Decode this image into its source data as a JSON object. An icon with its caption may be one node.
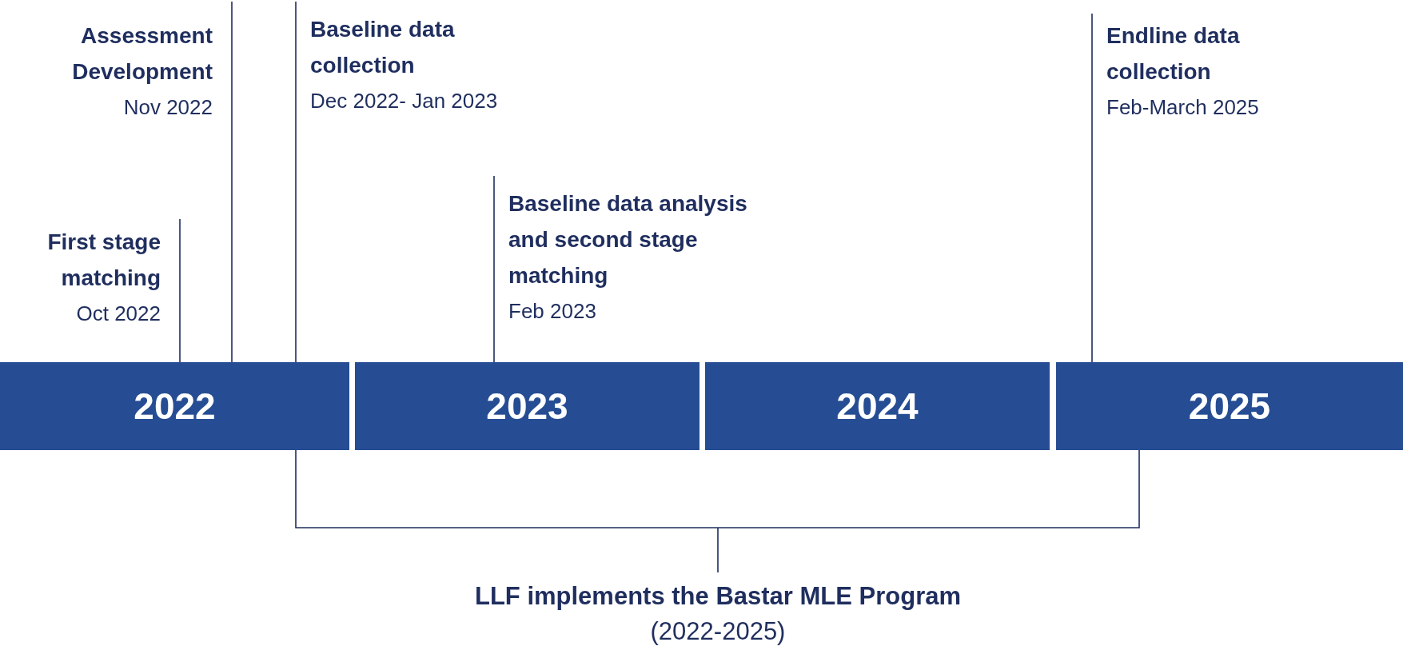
{
  "diagram": {
    "nodes": [
      {
        "text": [
          "2022"
        ]
      },
      {
        "text": [
          "2023"
        ]
      },
      {
        "text": [
          "2024"
        ]
      },
      {
        "text": [
          "2025"
        ]
      },
      {
        "text": [
          "First stage matching",
          "Oct 2022"
        ]
      },
      {
        "text": [
          "Assessment Development",
          "Nov 2022"
        ]
      },
      {
        "text": [
          "Baseline data collection",
          "Dec 2022- Jan 2023"
        ]
      },
      {
        "text": [
          "Baseline data analysis and second stage matching",
          "Feb 2023"
        ]
      },
      {
        "text": [
          "Endline data collection",
          "Feb-March 2025"
        ]
      }
    ],
    "edges": [
      {
        "from": 4,
        "to": 0,
        "arrow": "none"
      },
      {
        "from": 5,
        "to": 0,
        "arrow": "none"
      },
      {
        "from": 6,
        "to": 0,
        "arrow": "none"
      },
      {
        "from": 7,
        "to": 1,
        "arrow": "none"
      },
      {
        "from": 8,
        "to": 3,
        "arrow": "none"
      }
    ],
    "labels": [
      "LLF implements the Bastar MLE Program",
      "(2022-2025)"
    ]
  }
}
